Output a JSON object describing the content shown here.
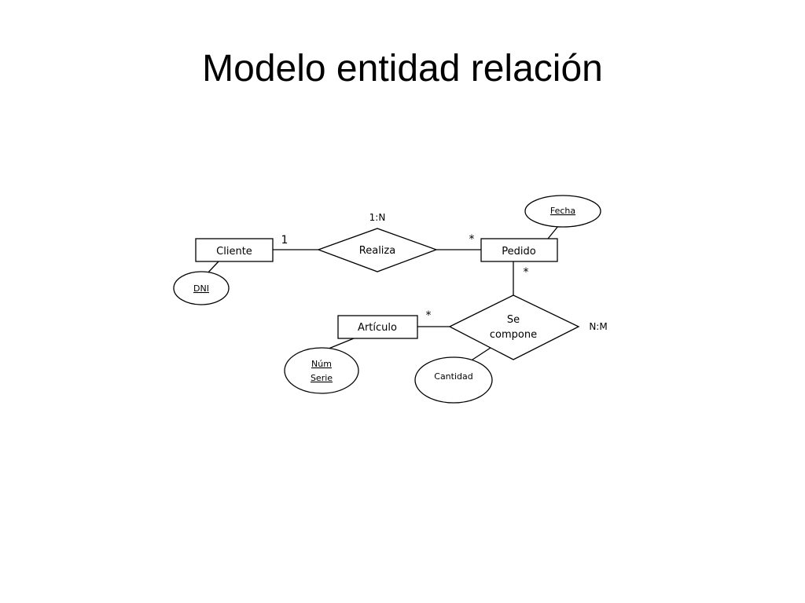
{
  "slide": {
    "title": "Modelo entidad relación"
  },
  "entities": {
    "cliente": "Cliente",
    "pedido": "Pedido",
    "articulo": "Artículo"
  },
  "relationships": {
    "realiza": "Realiza",
    "se_compone_line1": "Se",
    "se_compone_line2": "compone"
  },
  "attributes": {
    "dni": "DNI",
    "fecha": "Fecha",
    "num_serie_line1": "Núm",
    "num_serie_line2": "Serie",
    "cantidad": "Cantidad"
  },
  "cardinalities": {
    "realiza_ratio": "1:N",
    "cliente_side": "1",
    "pedido_side_realiza": "*",
    "pedido_side_compone": "*",
    "articulo_side": "*",
    "compone_ratio": "N:M"
  }
}
